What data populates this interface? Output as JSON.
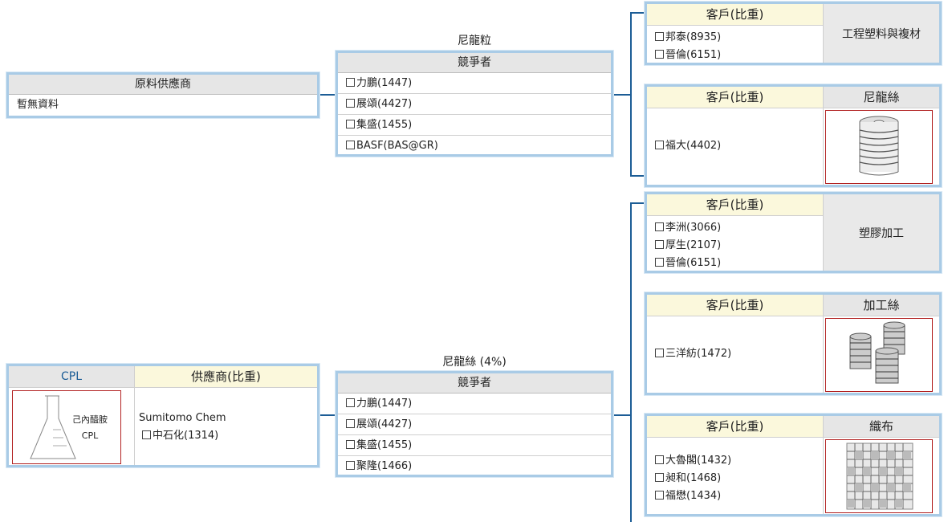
{
  "supplier_top": {
    "header": "原料供應商",
    "text": "暫無資料"
  },
  "product_top": {
    "title": "尼龍粒",
    "header": "競爭者",
    "competitors": [
      "力鵬(1447)",
      "展頌(4427)",
      "集盛(1455)",
      "BASF(BAS@GR)"
    ]
  },
  "product_bottom": {
    "title": "尼龍絲 (4%)",
    "header": "競爭者",
    "competitors": [
      "力鵬(1447)",
      "展頌(4427)",
      "集盛(1455)",
      "聚隆(1466)"
    ]
  },
  "cpl_box": {
    "left_header": "CPL",
    "right_header": "供應商(比重)",
    "flask_line1": "己內醯胺",
    "flask_line2": "CPL",
    "supplier_name": "Sumitomo Chem",
    "supplier_item": "中石化(1314)",
    "accent_color": "#1c5d96"
  },
  "customer_cards": [
    {
      "left_header": "客戶(比重)",
      "customers": [
        "邦泰(8935)",
        "晉倫(6151)"
      ],
      "right_label": "工程塑料與複材",
      "right_header": "",
      "image": ""
    },
    {
      "left_header": "客戶(比重)",
      "customers": [
        "福大(4402)"
      ],
      "right_label": "",
      "right_header": "尼龍絲",
      "image": "yarn-spool-icon"
    },
    {
      "left_header": "客戶(比重)",
      "customers": [
        "李洲(3066)",
        "厚生(2107)",
        "晉倫(6151)"
      ],
      "right_label": "塑膠加工",
      "right_header": "",
      "image": ""
    },
    {
      "left_header": "客戶(比重)",
      "customers": [
        "三洋紡(1472)"
      ],
      "right_label": "",
      "right_header": "加工絲",
      "image": "yarn-cones-icon"
    },
    {
      "left_header": "客戶(比重)",
      "customers": [
        "大魯閣(1432)",
        "昶和(1468)",
        "福懋(1434)"
      ],
      "right_label": "",
      "right_header": "織布",
      "image": "woven-fabric-icon"
    }
  ]
}
